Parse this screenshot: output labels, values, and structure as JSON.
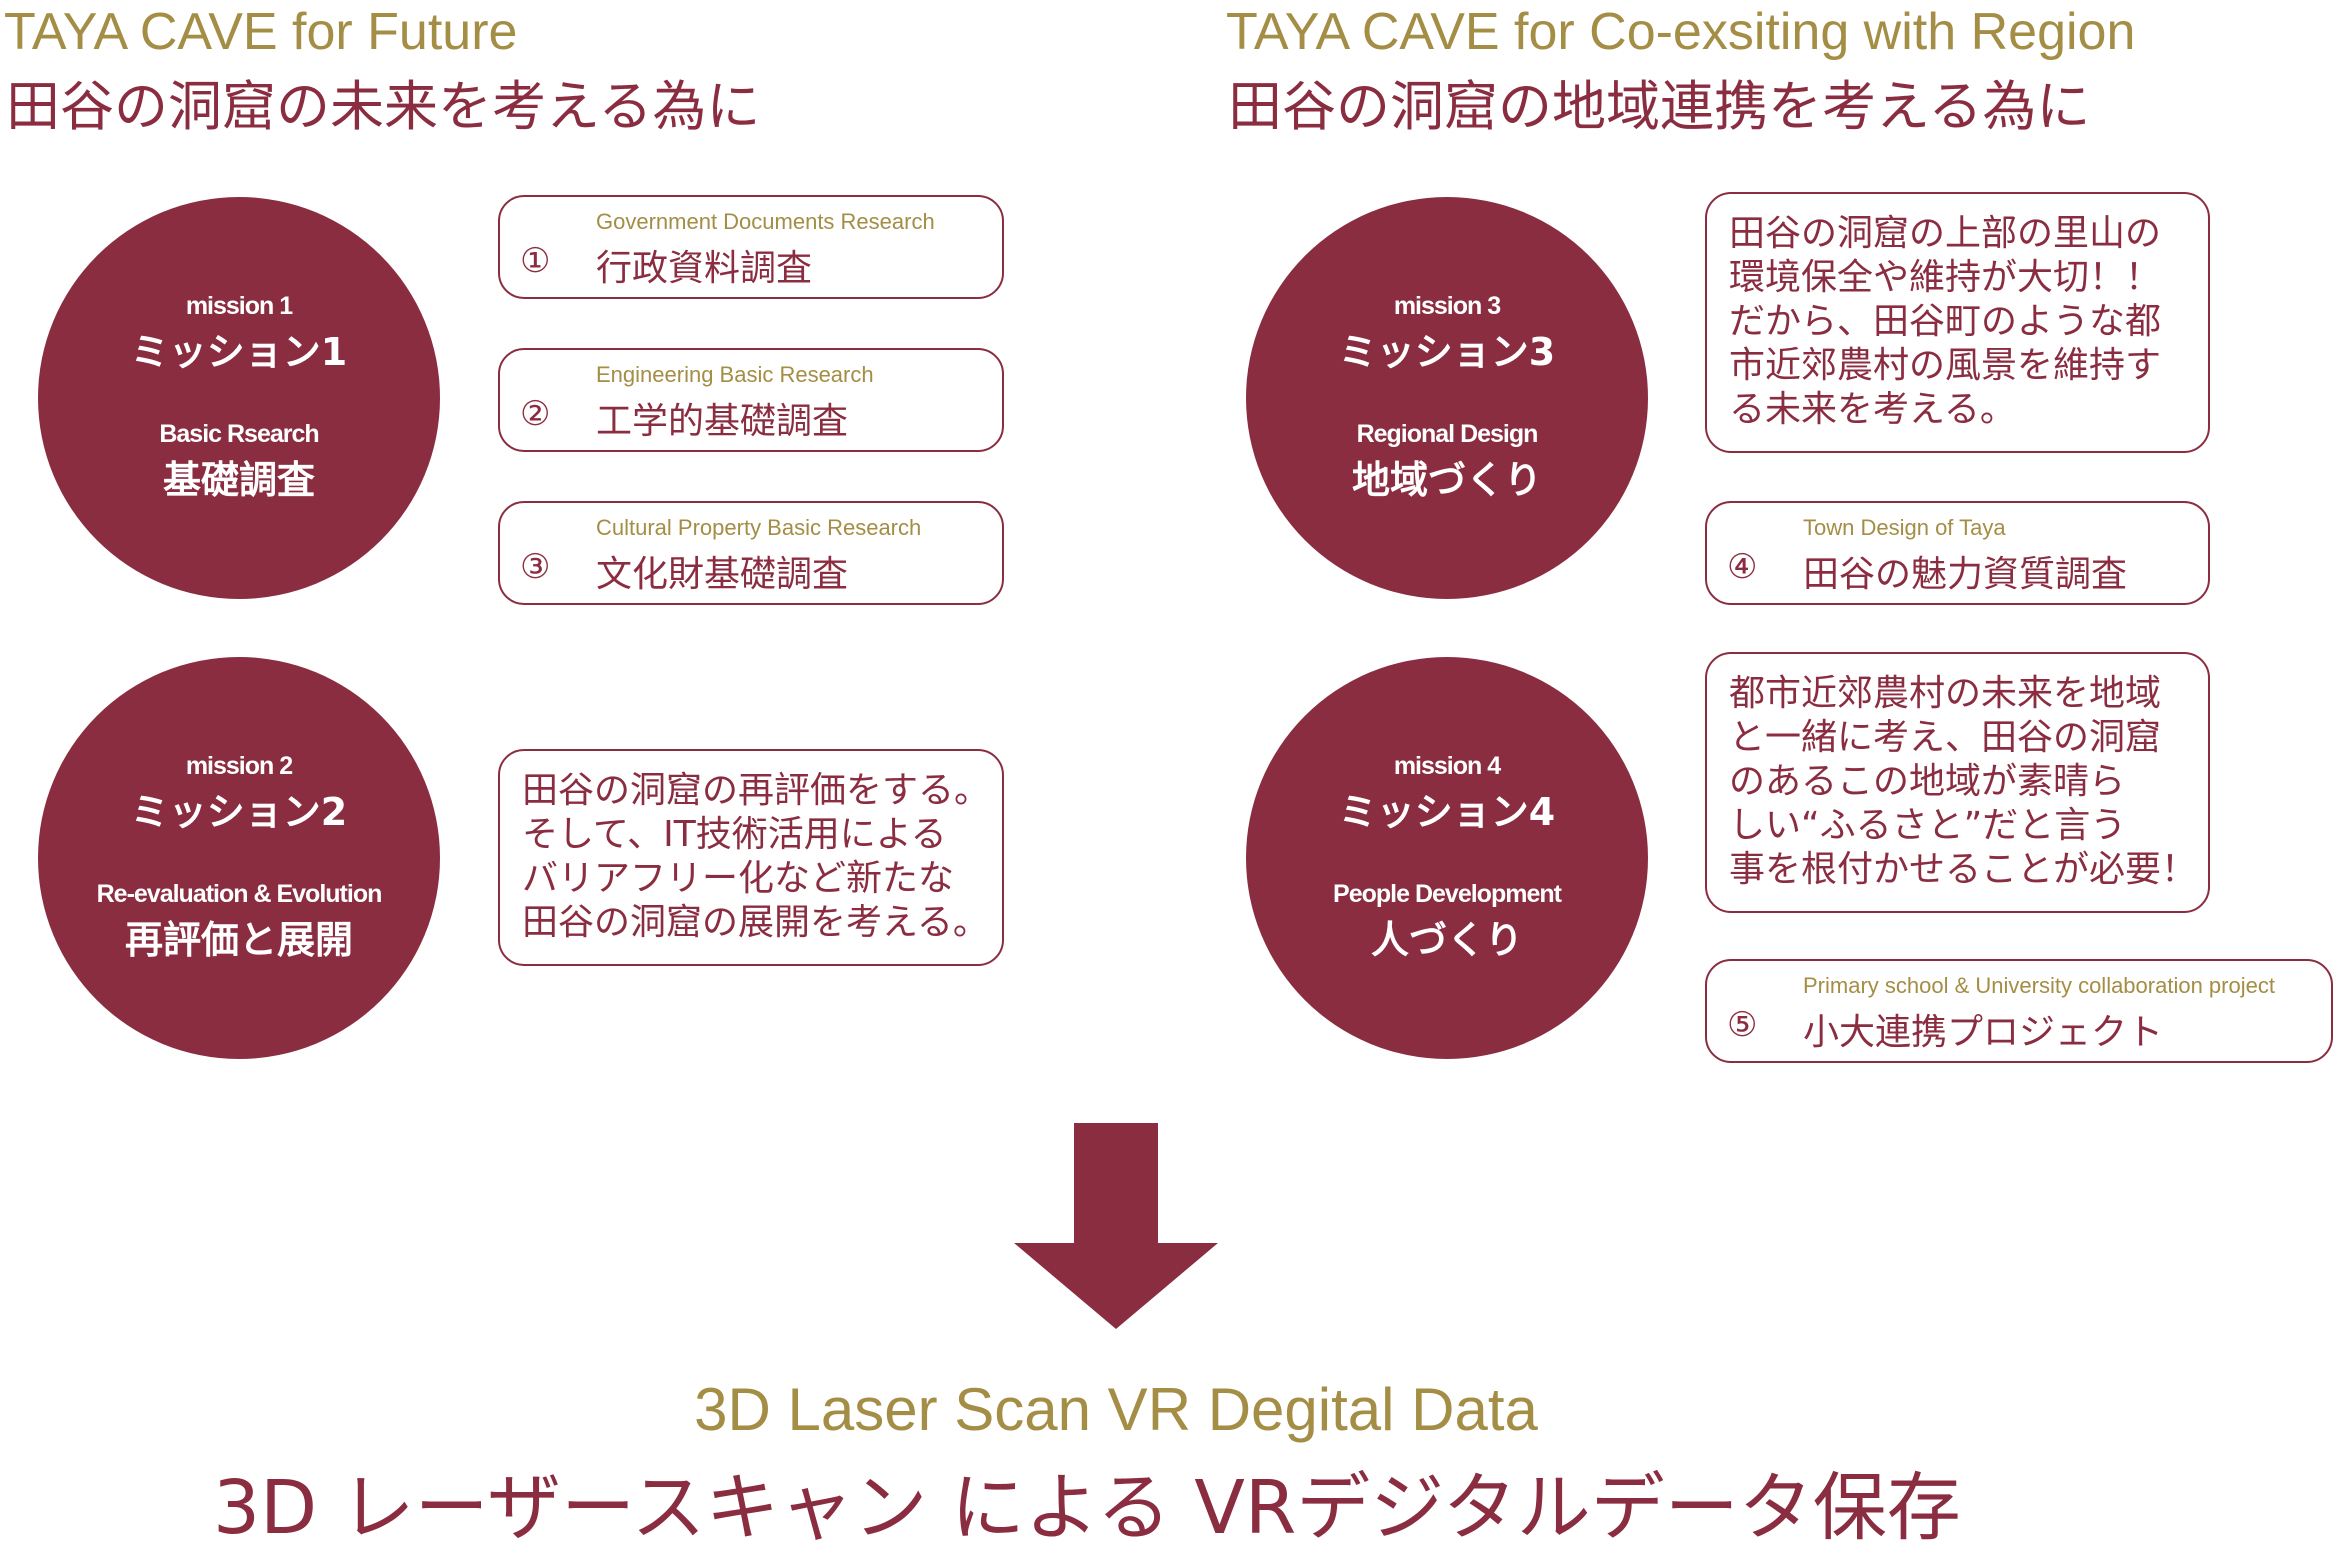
{
  "left_section": {
    "title_en": "TAYA CAVE for Future",
    "title_jp": "田谷の洞窟の未来を考える為に",
    "missions": [
      {
        "en": "mission 1",
        "jp": "ミッション1",
        "theme_en": "Basic Rsearch",
        "theme_jp": "基礎調査"
      },
      {
        "en": "mission 2",
        "jp": "ミッション2",
        "theme_en": "Re-evaluation & Evolution",
        "theme_jp": "再評価と展開"
      }
    ],
    "boxes": [
      {
        "num": "①",
        "sub": "Government Documents Research",
        "main": "行政資料調査"
      },
      {
        "num": "②",
        "sub": "Engineering Basic Research",
        "main": "工学的基礎調査"
      },
      {
        "num": "③",
        "sub": "Cultural Property Basic Research",
        "main": "文化財基礎調査"
      }
    ],
    "mission2_text": "田谷の洞窟の再評価をする。\nそして、IT技術活用による\nバリアフリー化など新たな\n田谷の洞窟の展開を考える。"
  },
  "right_section": {
    "title_en": "TAYA CAVE for Co-exsiting with Region",
    "title_jp": "田谷の洞窟の地域連携を考える為に",
    "missions": [
      {
        "en": "mission 3",
        "jp": "ミッション3",
        "theme_en": "Regional Design",
        "theme_jp": "地域づくり"
      },
      {
        "en": "mission 4",
        "jp": "ミッション4",
        "theme_en": "People Development",
        "theme_jp": "人づくり"
      }
    ],
    "mission3_text": "田谷の洞窟の上部の里山の\n環境保全や維持が大切！！\nだから、田谷町のような都\n市近郊農村の風景を維持す\nる未来を考える。",
    "mission4_text": "都市近郊農村の未来を地域\nと一緒に考え、田谷の洞窟\nのあるこの地域が素晴ら\nしい“ふるさと”だと言う\n事を根付かせることが必要！",
    "boxes": [
      {
        "num": "④",
        "sub": "Town Design of Taya",
        "main": "田谷の魅力資質調査"
      },
      {
        "num": "⑤",
        "sub": "Primary school & University collaboration project",
        "main": "小大連携プロジェクト"
      }
    ]
  },
  "result": {
    "en": "3D Laser Scan VR Degital Data",
    "jp": "3D レーザースキャン による VRデジタルデータ保存"
  },
  "colors": {
    "maroon": "#8b2d40",
    "gold": "#a48d45"
  }
}
